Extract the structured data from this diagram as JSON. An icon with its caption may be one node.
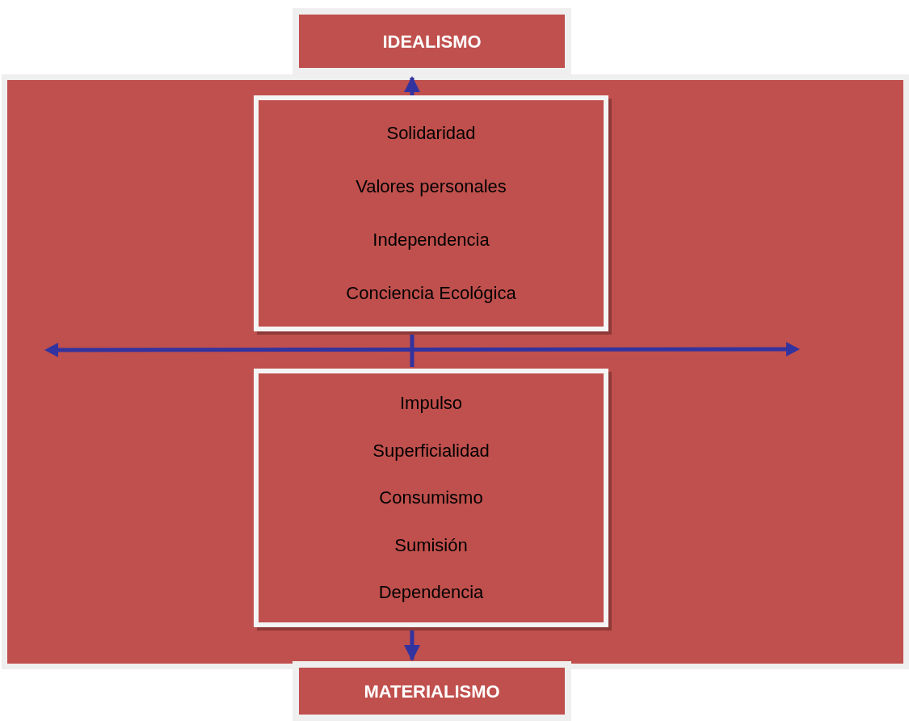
{
  "diagram": {
    "nodes": [
      {
        "text": [
          "IDEALISMO"
        ]
      },
      {
        "text": [],
        "shape": "box"
      },
      {
        "text": [
          "Solidaridad",
          "Valores personales",
          "Independencia",
          "Conciencia Ecológica"
        ],
        "in": 1
      },
      {
        "text": [
          "Impulso",
          "Superficialidad",
          "Consumismo",
          "Sumisión",
          "Dependencia"
        ],
        "in": 1
      },
      {
        "text": [
          "MATERIALISMO"
        ]
      }
    ],
    "edges": [
      {
        "from": 2,
        "to": 0,
        "arrow": "to"
      },
      {
        "from": 3,
        "to": 4,
        "arrow": "to"
      },
      {
        "from": 2,
        "to": 3,
        "arrow": "none"
      }
    ]
  }
}
